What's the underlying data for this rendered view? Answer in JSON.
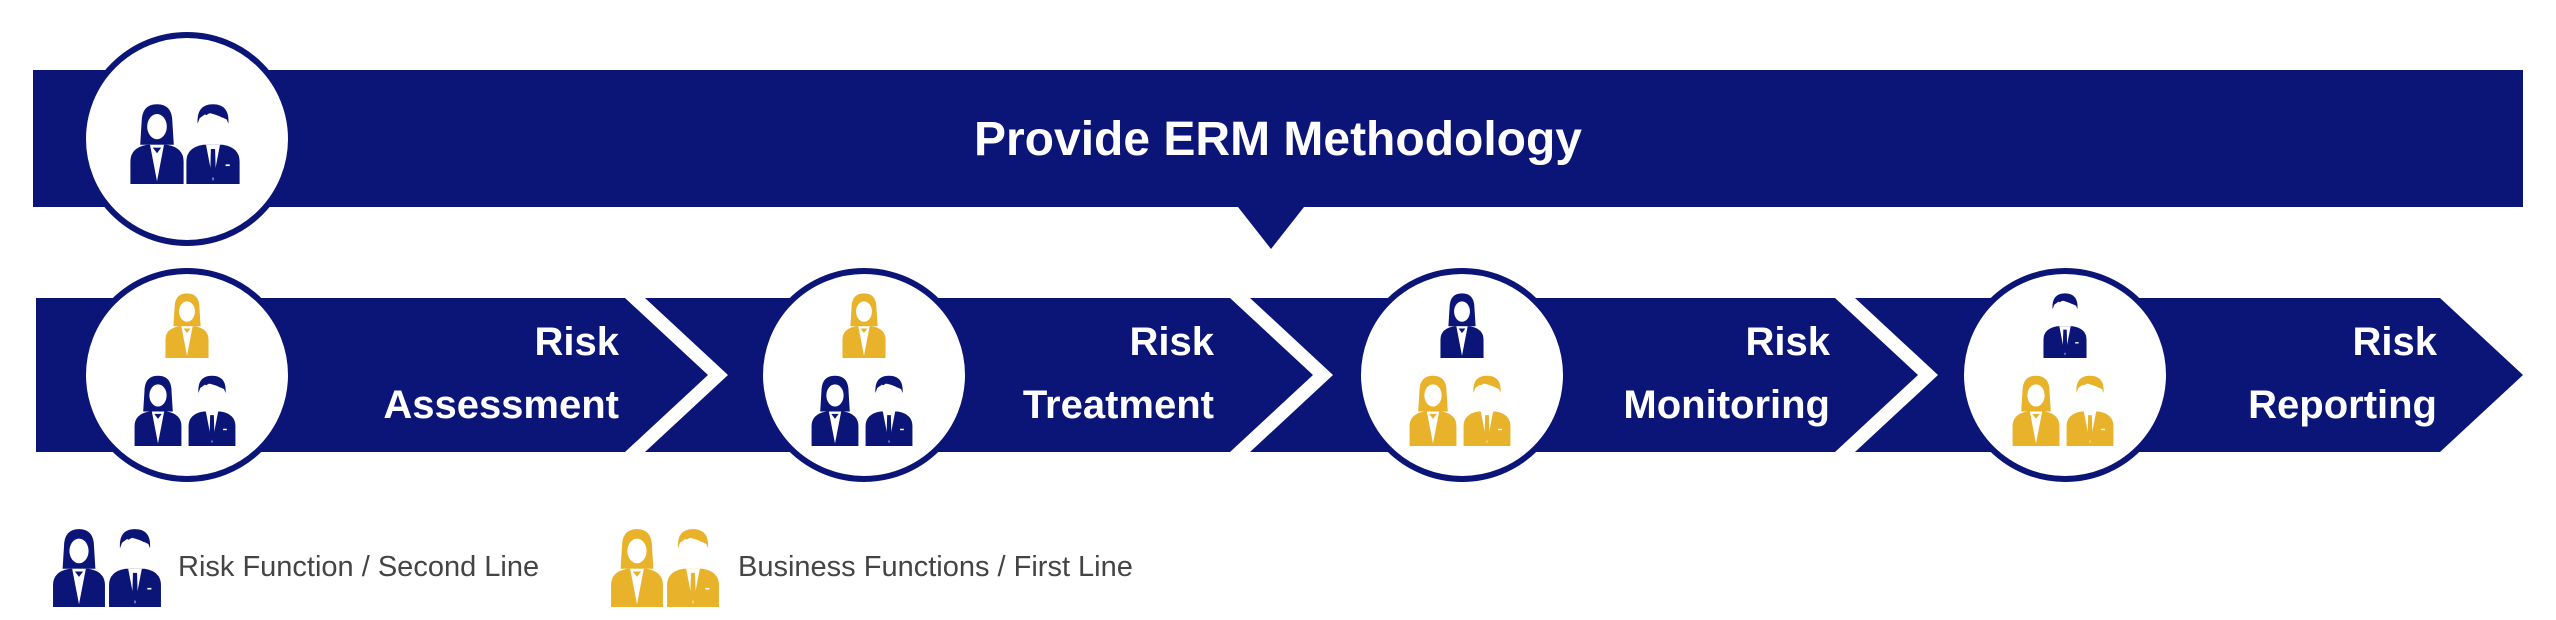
{
  "title": "Provide ERM Methodology",
  "steps": [
    {
      "line1": "Risk",
      "line2": "Assessment",
      "lead": "business",
      "support": "risk"
    },
    {
      "line1": "Risk",
      "line2": "Treatment",
      "lead": "business",
      "support": "risk"
    },
    {
      "line1": "Risk",
      "line2": "Monitoring",
      "lead": "risk",
      "support": "business"
    },
    {
      "line1": "Risk",
      "line2": "Reporting",
      "lead": "risk",
      "support": "business"
    }
  ],
  "legend": [
    {
      "label": "Risk Function / Second Line",
      "color": "#0b1477"
    },
    {
      "label": "Business Functions / First Line",
      "color": "#e8b22b"
    }
  ],
  "colors": {
    "navy": "#0b1477",
    "gold": "#e8b22b"
  }
}
